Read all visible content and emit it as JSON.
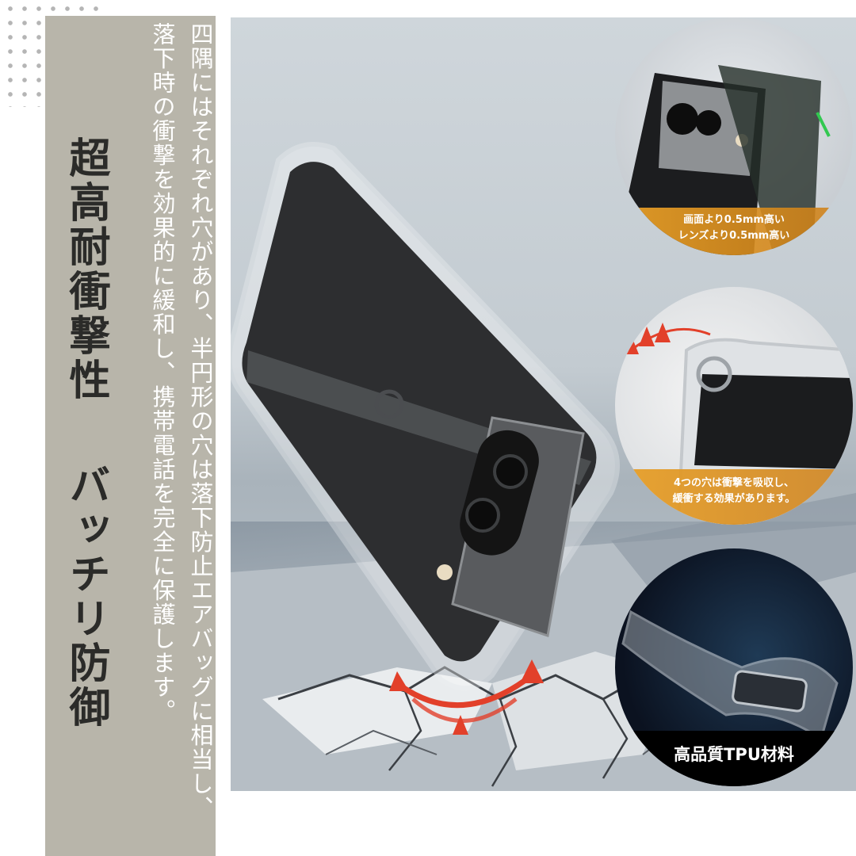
{
  "left_panel": {
    "title_line1": "超高耐衝撃性",
    "title_line2": "バッチリ防御",
    "body_col1": "四隅にはそれぞれ穴があり、半円形の穴は落下防止エアバッグに相当し、",
    "body_col2": "落下時の衝撃を効果的に緩和し、携帯電話を完全に保護します。"
  },
  "callouts": [
    {
      "line1": "画面より0.5mm高い",
      "line2": "レンズより0.5mm高い"
    },
    {
      "line1": "4つの穴は衝撃を吸収し、",
      "line2": "緩衝する効果があります。"
    },
    {
      "line1": "高品質TPU材料"
    }
  ],
  "colors": {
    "panel": "#b8b5aa",
    "title": "#2b2b29",
    "accent_orange": "#e8a028",
    "impact_red": "#e2402a"
  },
  "icons": [
    "phone-case-image",
    "impact-arrows-icon",
    "cracked-floor-image"
  ]
}
